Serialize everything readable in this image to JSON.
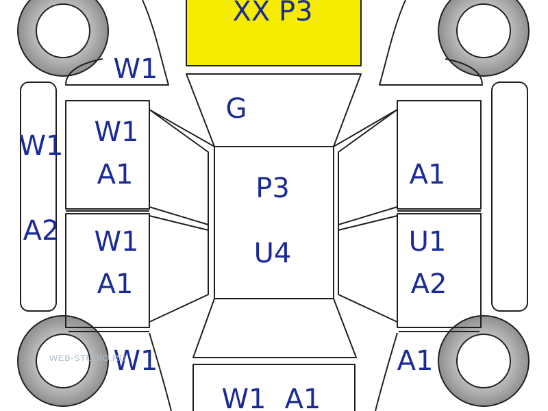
{
  "colors": {
    "label": "#1a2a96",
    "line": "#1f1f1f",
    "wheel": "#a6a6a6",
    "highlight": "#f5ec00",
    "background": "#ffffff"
  },
  "panels": {
    "front_bumper": "XX P3",
    "hood": "G",
    "roof_top": "P3",
    "roof_bottom": "U4",
    "left_front_door_top": "W1",
    "left_front_door_bottom": "A1",
    "left_rear_door_top": "W1",
    "left_rear_door_bottom": "A1",
    "right_front_door": "A1",
    "right_rear_door_top": "U1",
    "right_rear_door_bottom": "A2",
    "left_sill_top": "W1",
    "left_sill_bottom": "A2",
    "left_front_fender": "W1",
    "left_rear_fender": "W1",
    "right_rear_fender": "A1",
    "trunk_left": "W1",
    "trunk_right": "A1"
  },
  "watermark": "WEB-STUDIO.RO"
}
